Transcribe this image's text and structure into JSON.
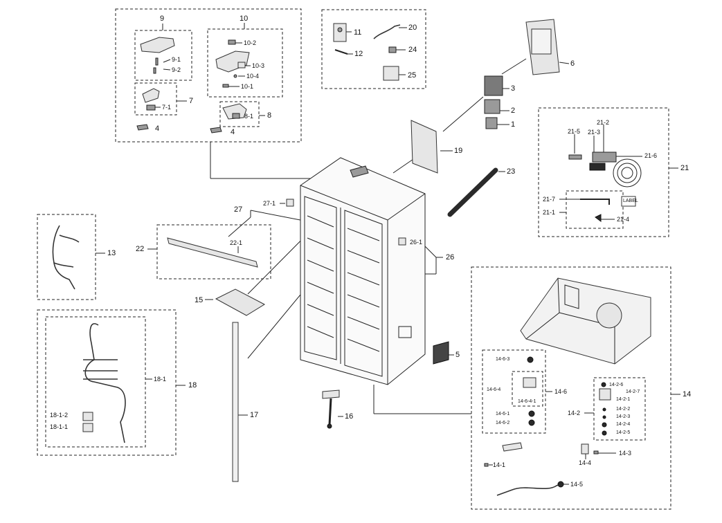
{
  "labels": {
    "p9": "9",
    "p9_1": "9-1",
    "p9_2": "9-2",
    "p10": "10",
    "p10_2": "10-2",
    "p10_3": "10-3",
    "p10_4": "10-4",
    "p10_1": "10-1",
    "p7": "7",
    "p7_1": "7-1",
    "p8": "8",
    "p8_1": "8-1",
    "p4a": "4",
    "p4b": "4",
    "p11": "11",
    "p12": "12",
    "p20": "20",
    "p24": "24",
    "p25": "25",
    "p6": "6",
    "p3": "3",
    "p2": "2",
    "p1": "1",
    "p19": "19",
    "p23": "23",
    "p21": "21",
    "p21_2": "21-2",
    "p21_3": "21-3",
    "p21_5": "21-5",
    "p21_6": "21-6",
    "p21_7": "21-7",
    "p21_1": "21-1",
    "p21_4": "21-4",
    "label_tag": "LABEL",
    "p27": "27",
    "p27_1": "27-1",
    "p22": "22",
    "p22_1": "22-1",
    "p13": "13",
    "p15": "15",
    "p26": "26",
    "p26_1": "26-1",
    "p5": "5",
    "p18": "18",
    "p18_1": "18-1",
    "p18_1_2": "18-1-2",
    "p18_1_1": "18-1-1",
    "p17": "17",
    "p16": "16",
    "p14": "14",
    "p14_6": "14-6",
    "p14_6_3": "14-6-3",
    "p14_6_4": "14-6-4",
    "p14_6_4_1": "14-6-4-1",
    "p14_6_1": "14-6-1",
    "p14_6_2": "14-6-2",
    "p14_2": "14-2",
    "p14_2_6": "14-2-6",
    "p14_2_7": "14-2-7",
    "p14_2_1": "14-2-1",
    "p14_2_2": "14-2-2",
    "p14_2_3": "14-2-3",
    "p14_2_4": "14-2-4",
    "p14_2_5": "14-2-5",
    "p14_1": "14-1",
    "p14_4": "14-4",
    "p14_3": "14-3",
    "p14_5": "14-5"
  }
}
